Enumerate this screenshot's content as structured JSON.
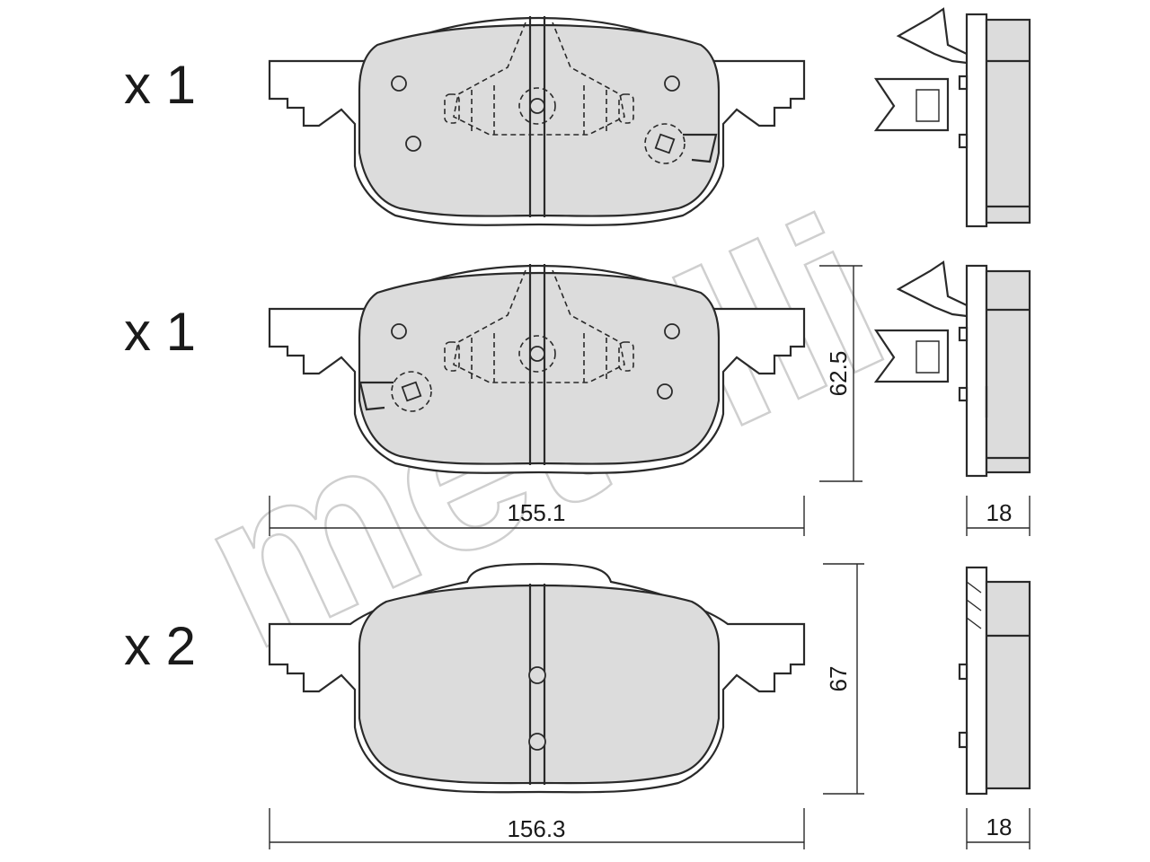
{
  "watermark": "metelli",
  "rows": [
    {
      "quantity": "x 1"
    },
    {
      "quantity": "x 1"
    },
    {
      "quantity": "x 2"
    }
  ],
  "dimensions": {
    "width_upper": "155.1",
    "height_upper": "62.5",
    "thickness_upper": "18",
    "width_lower": "156.3",
    "height_lower": "67",
    "thickness_lower": "18"
  }
}
